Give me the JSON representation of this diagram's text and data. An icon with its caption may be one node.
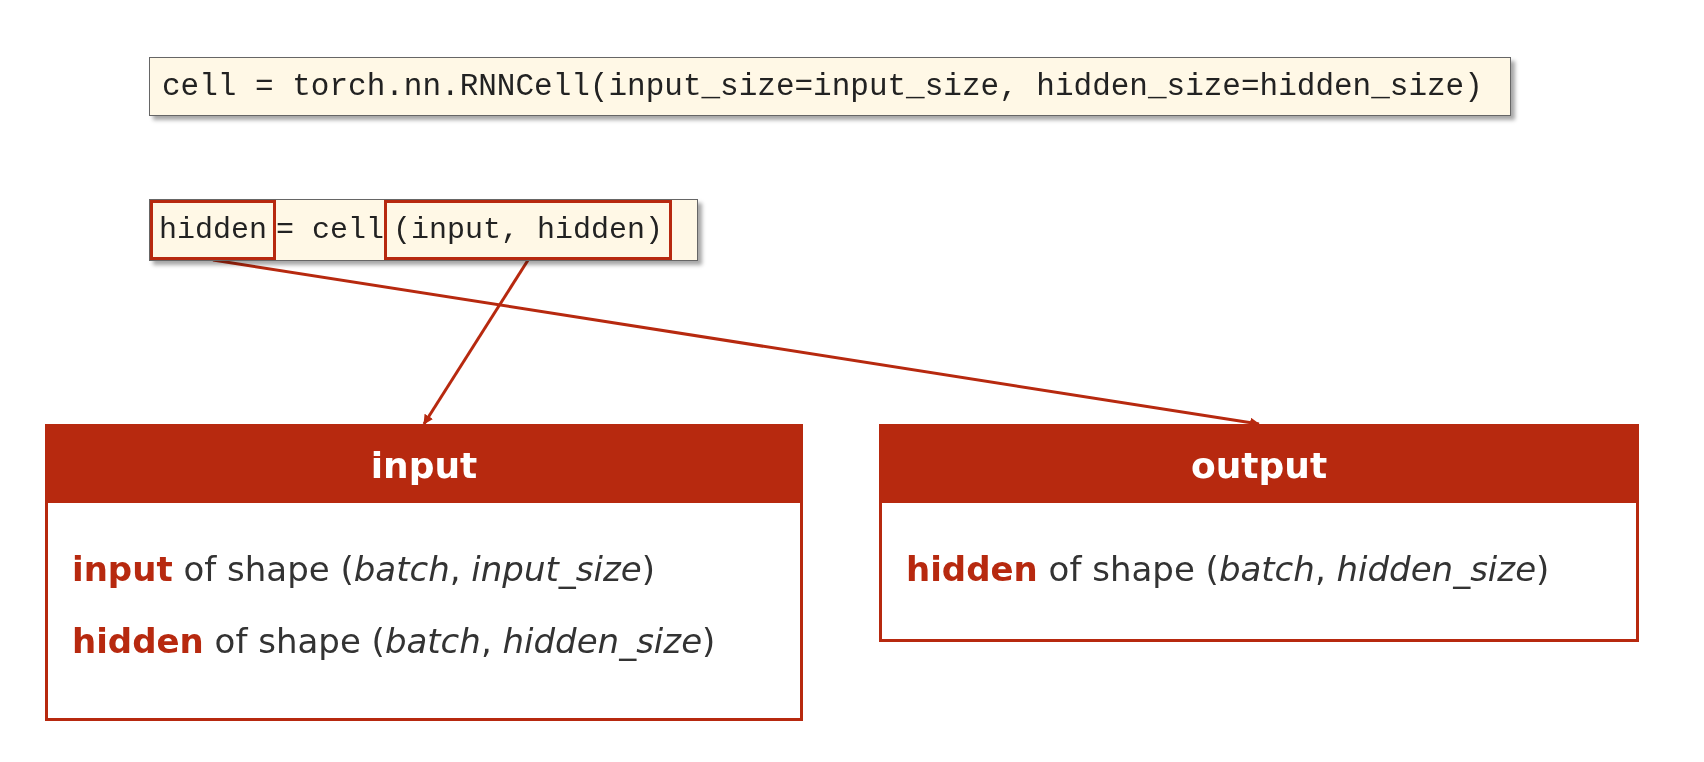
{
  "diagram": {
    "nodes": [
      {
        "text": [
          "cell = torch.nn.RNNCell(input_size=input_size, hidden_size=hidden_size)"
        ]
      },
      {
        "text": [
          "= cell"
        ]
      },
      {
        "text": [
          "hidden"
        ],
        "in": 1
      },
      {
        "text": [
          "(input, hidden)"
        ],
        "in": 1
      },
      {
        "text": [
          "input",
          "**input** of shape (*batch*, *input_size*)",
          "**hidden** of shape (*batch*, *hidden_size*)"
        ]
      },
      {
        "text": [
          "output",
          "**hidden** of shape (*batch*, *hidden_size*)"
        ]
      }
    ],
    "edges": [
      {
        "from": 3,
        "to": 4,
        "arrow": "to"
      },
      {
        "from": 2,
        "to": 5,
        "arrow": "to"
      }
    ]
  }
}
